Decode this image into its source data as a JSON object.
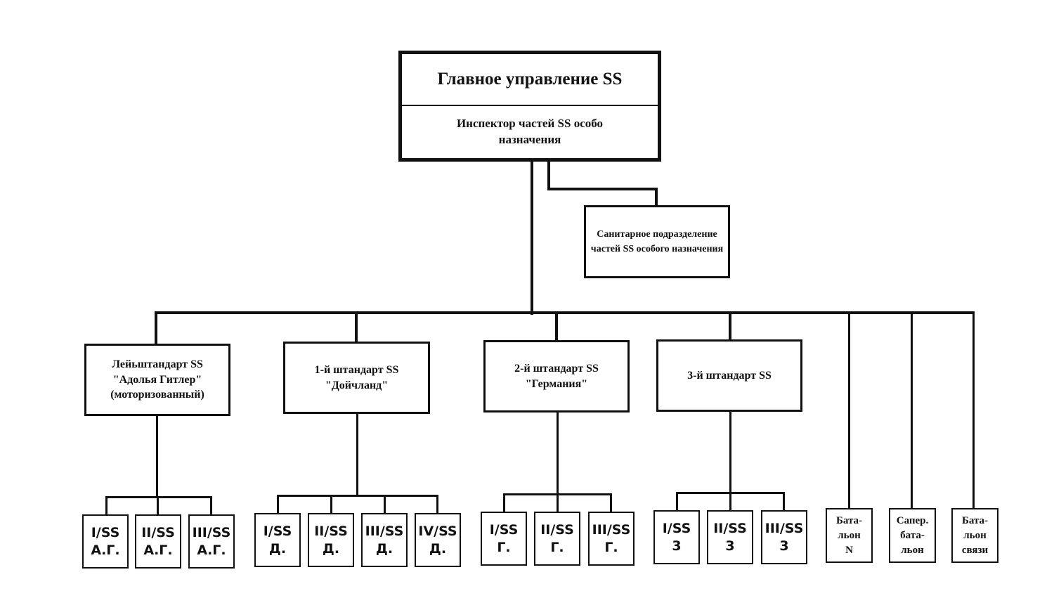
{
  "top": {
    "title": "Главное управление SS",
    "subtitle": "Инспектор частей SS особо назначения"
  },
  "sanitary": "Санитарное подразделение частей SS особого назначения",
  "standards": [
    "Лейьштандарт SS\n\"Адолья Гитлер\"\n(моторизованный)",
    "1-й штандарт SS\n\"Дойчланд\"",
    "2-й штандарт SS\n\"Германия\"",
    "3-й штандарт SS"
  ],
  "units": {
    "ag": [
      "I/SS\nА.Г.",
      "II/SS\nА.Г.",
      "III/SS\nА.Г."
    ],
    "d": [
      "I/SS\nД.",
      "II/SS\nД.",
      "III/SS\nД.",
      "IV/SS\nД."
    ],
    "g": [
      "I/SS\nГ.",
      "II/SS\nГ.",
      "III/SS\nГ."
    ],
    "z": [
      "I/SS\n3",
      "II/SS\n3",
      "III/SS\n3"
    ]
  },
  "battalions": [
    "Бата-\nльон\nN",
    "Сапер.\nбата-\nльон",
    "Бата-\nльон\nсвязи"
  ]
}
